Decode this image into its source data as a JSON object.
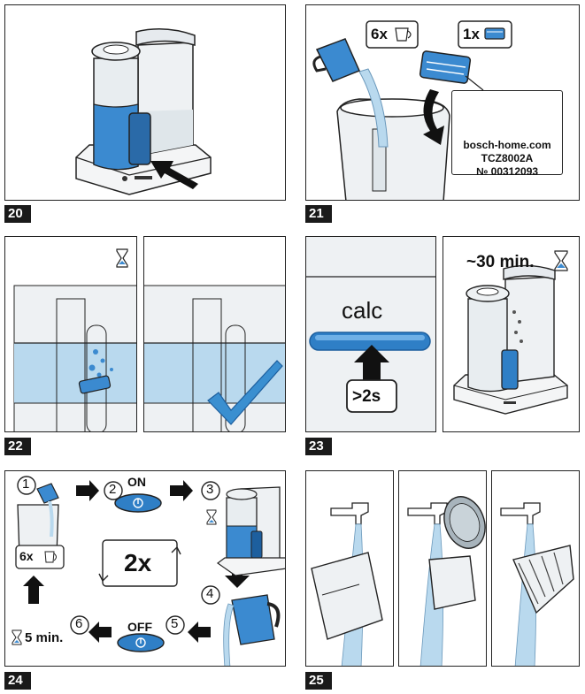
{
  "panels": [
    {
      "number": "20"
    },
    {
      "number": "21",
      "cups_label": "6x",
      "tablet_label": "1x",
      "card": {
        "url": "bosch-home.com",
        "model": "TCZ8002A",
        "part_no": "№ 00312093"
      }
    },
    {
      "number": "22"
    },
    {
      "number": "23",
      "button_label": "calc",
      "hold_label": ">2s",
      "duration_label": "~30 min."
    },
    {
      "number": "24",
      "steps": [
        "1",
        "2",
        "3",
        "4",
        "5",
        "6"
      ],
      "on_label": "ON",
      "off_label": "OFF",
      "cups_label": "6x",
      "repeat_label": "2x",
      "wait_label": "5 min."
    },
    {
      "number": "25"
    }
  ],
  "colors": {
    "water": "#b9d9ee",
    "blue": "#2f7fc6",
    "dark_blue": "#1d5f9e",
    "check": "#3a8fd0",
    "tank": "#e6eaee",
    "outline": "#222222"
  },
  "icons": [
    "cup-icon",
    "tablet-icon",
    "cart-icon",
    "hourglass-icon",
    "checkmark-icon",
    "arrow-icon",
    "power-button-icon"
  ]
}
